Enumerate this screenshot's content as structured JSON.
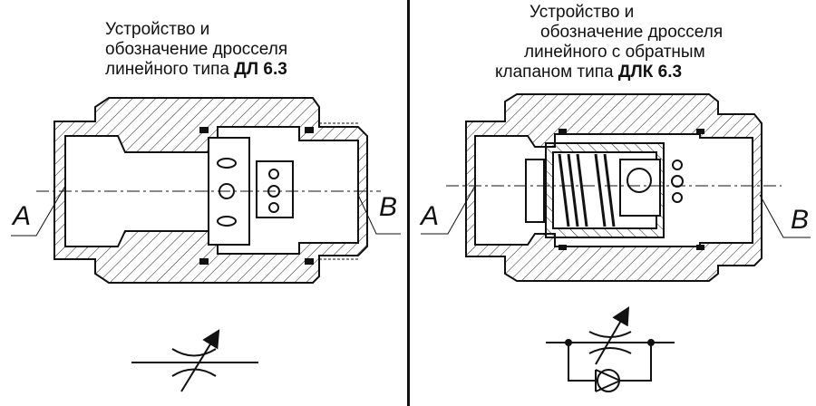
{
  "left": {
    "title_line1": "Устройство и",
    "title_line2": "обозначение дросселя",
    "title_line3_prefix": "линейного типа ",
    "title_line3_bold": "ДЛ 6.3",
    "port_a": "А",
    "port_b": "В"
  },
  "right": {
    "title_line1": "Устройство и",
    "title_line2": "обозначение дросселя",
    "title_line3": "линейного с обратным",
    "title_line4_prefix": "клапаном типа ",
    "title_line4_bold": "ДЛК 6.3",
    "port_a": "А",
    "port_b": "В"
  },
  "colors": {
    "line": "#111111",
    "paper": "#ffffff"
  }
}
